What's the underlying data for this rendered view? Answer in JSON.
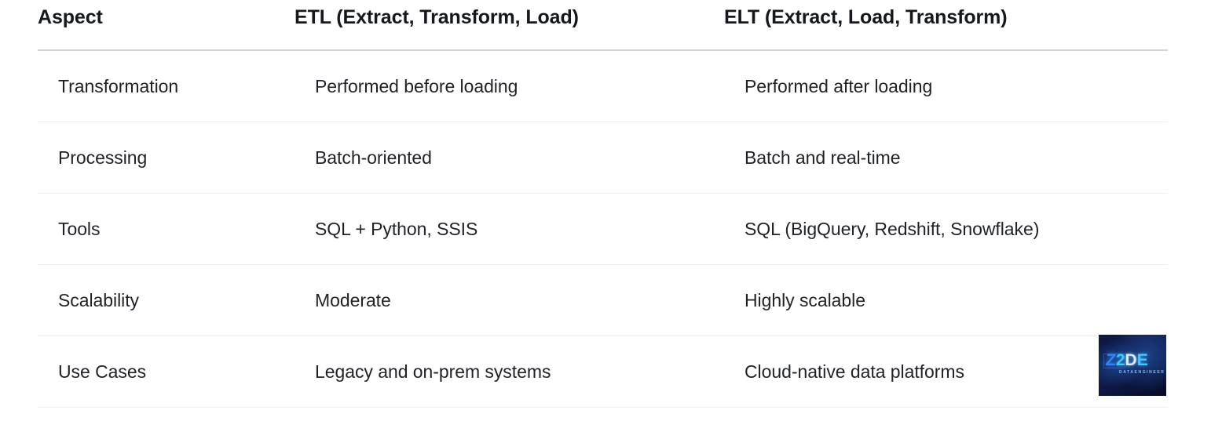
{
  "table": {
    "headers": [
      "Aspect",
      "ETL (Extract, Transform, Load)",
      "ELT (Extract, Load, Transform)"
    ],
    "rows": [
      {
        "aspect": "Transformation",
        "etl": "Performed before loading",
        "elt": "Performed after loading"
      },
      {
        "aspect": "Processing",
        "etl": "Batch-oriented",
        "elt": "Batch and real-time"
      },
      {
        "aspect": "Tools",
        "etl": "SQL + Python, SSIS",
        "elt": "SQL (BigQuery, Redshift, Snowflake)"
      },
      {
        "aspect": "Scalability",
        "etl": "Moderate",
        "elt": "Highly scalable"
      },
      {
        "aspect": "Use Cases",
        "etl": "Legacy and on-prem systems",
        "elt": "Cloud-native data platforms"
      }
    ]
  },
  "watermark": {
    "mark_z": "Z",
    "mark_two": "2",
    "mark_de": "D",
    "mark_e": "E",
    "subtext": "DATAENGINEER"
  },
  "colors": {
    "header_text": "#15181c",
    "body_text": "#1f2226",
    "header_rule": "#d4d4d4",
    "row_rule": "#eeeeee",
    "page_background": "#ffffff",
    "logo_cyan": "#3fc9ff",
    "logo_navy": "#0d1740"
  }
}
